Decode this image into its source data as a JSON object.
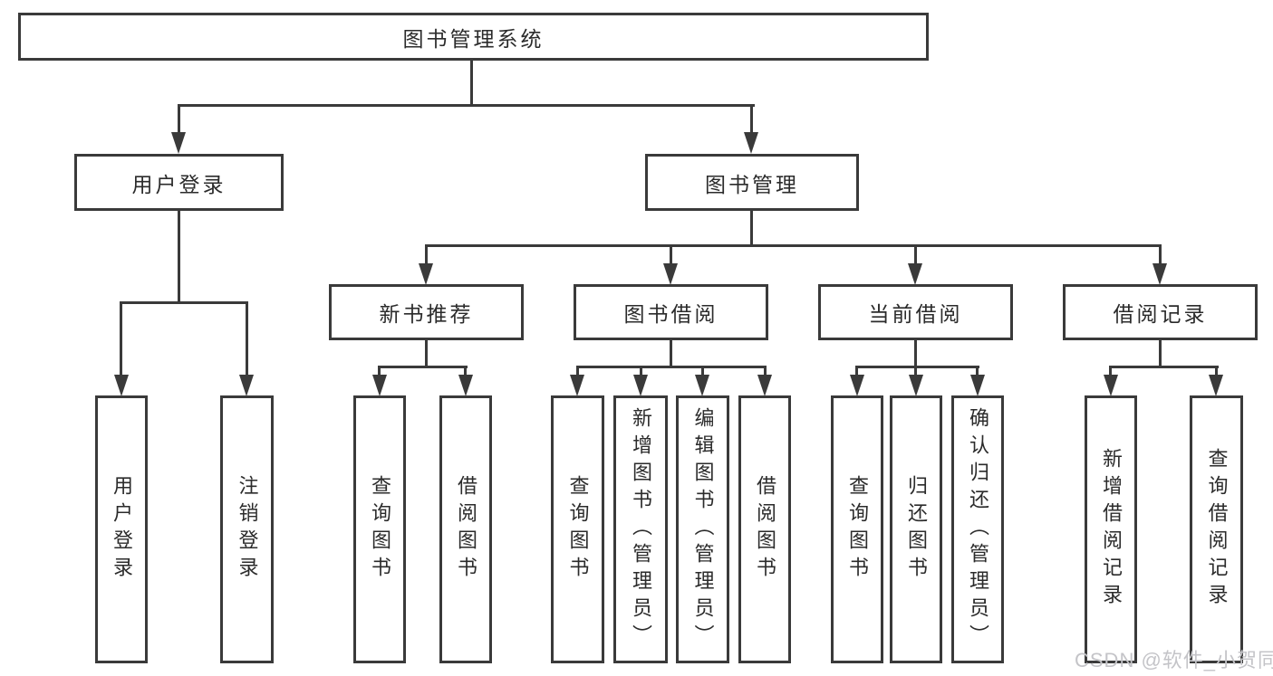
{
  "tree": {
    "label": "图书管理系统",
    "children": [
      {
        "label": "用户登录",
        "children": [
          {
            "label": "用户登录"
          },
          {
            "label": "注销登录"
          }
        ]
      },
      {
        "label": "图书管理",
        "children": [
          {
            "label": "新书推荐",
            "children": [
              {
                "label": "查询图书"
              },
              {
                "label": "借阅图书"
              }
            ]
          },
          {
            "label": "图书借阅",
            "children": [
              {
                "label": "查询图书"
              },
              {
                "label": "新增图书（管理员）"
              },
              {
                "label": "编辑图书（管理员）"
              },
              {
                "label": "借阅图书"
              }
            ]
          },
          {
            "label": "当前借阅",
            "children": [
              {
                "label": "查询图书"
              },
              {
                "label": "归还图书"
              },
              {
                "label": "确认归还（管理员）"
              }
            ]
          },
          {
            "label": "借阅记录",
            "children": [
              {
                "label": "新增借阅记录"
              },
              {
                "label": "查询借阅记录"
              }
            ]
          }
        ]
      }
    ]
  },
  "watermark": {
    "text": "CSDN @软件_小贺同学",
    "color": "#c4c4c8"
  },
  "colors": {
    "line": "#3a3a3a",
    "box_border": "#3a3a3a",
    "text": "#2b2b2b",
    "background": "#ffffff"
  }
}
